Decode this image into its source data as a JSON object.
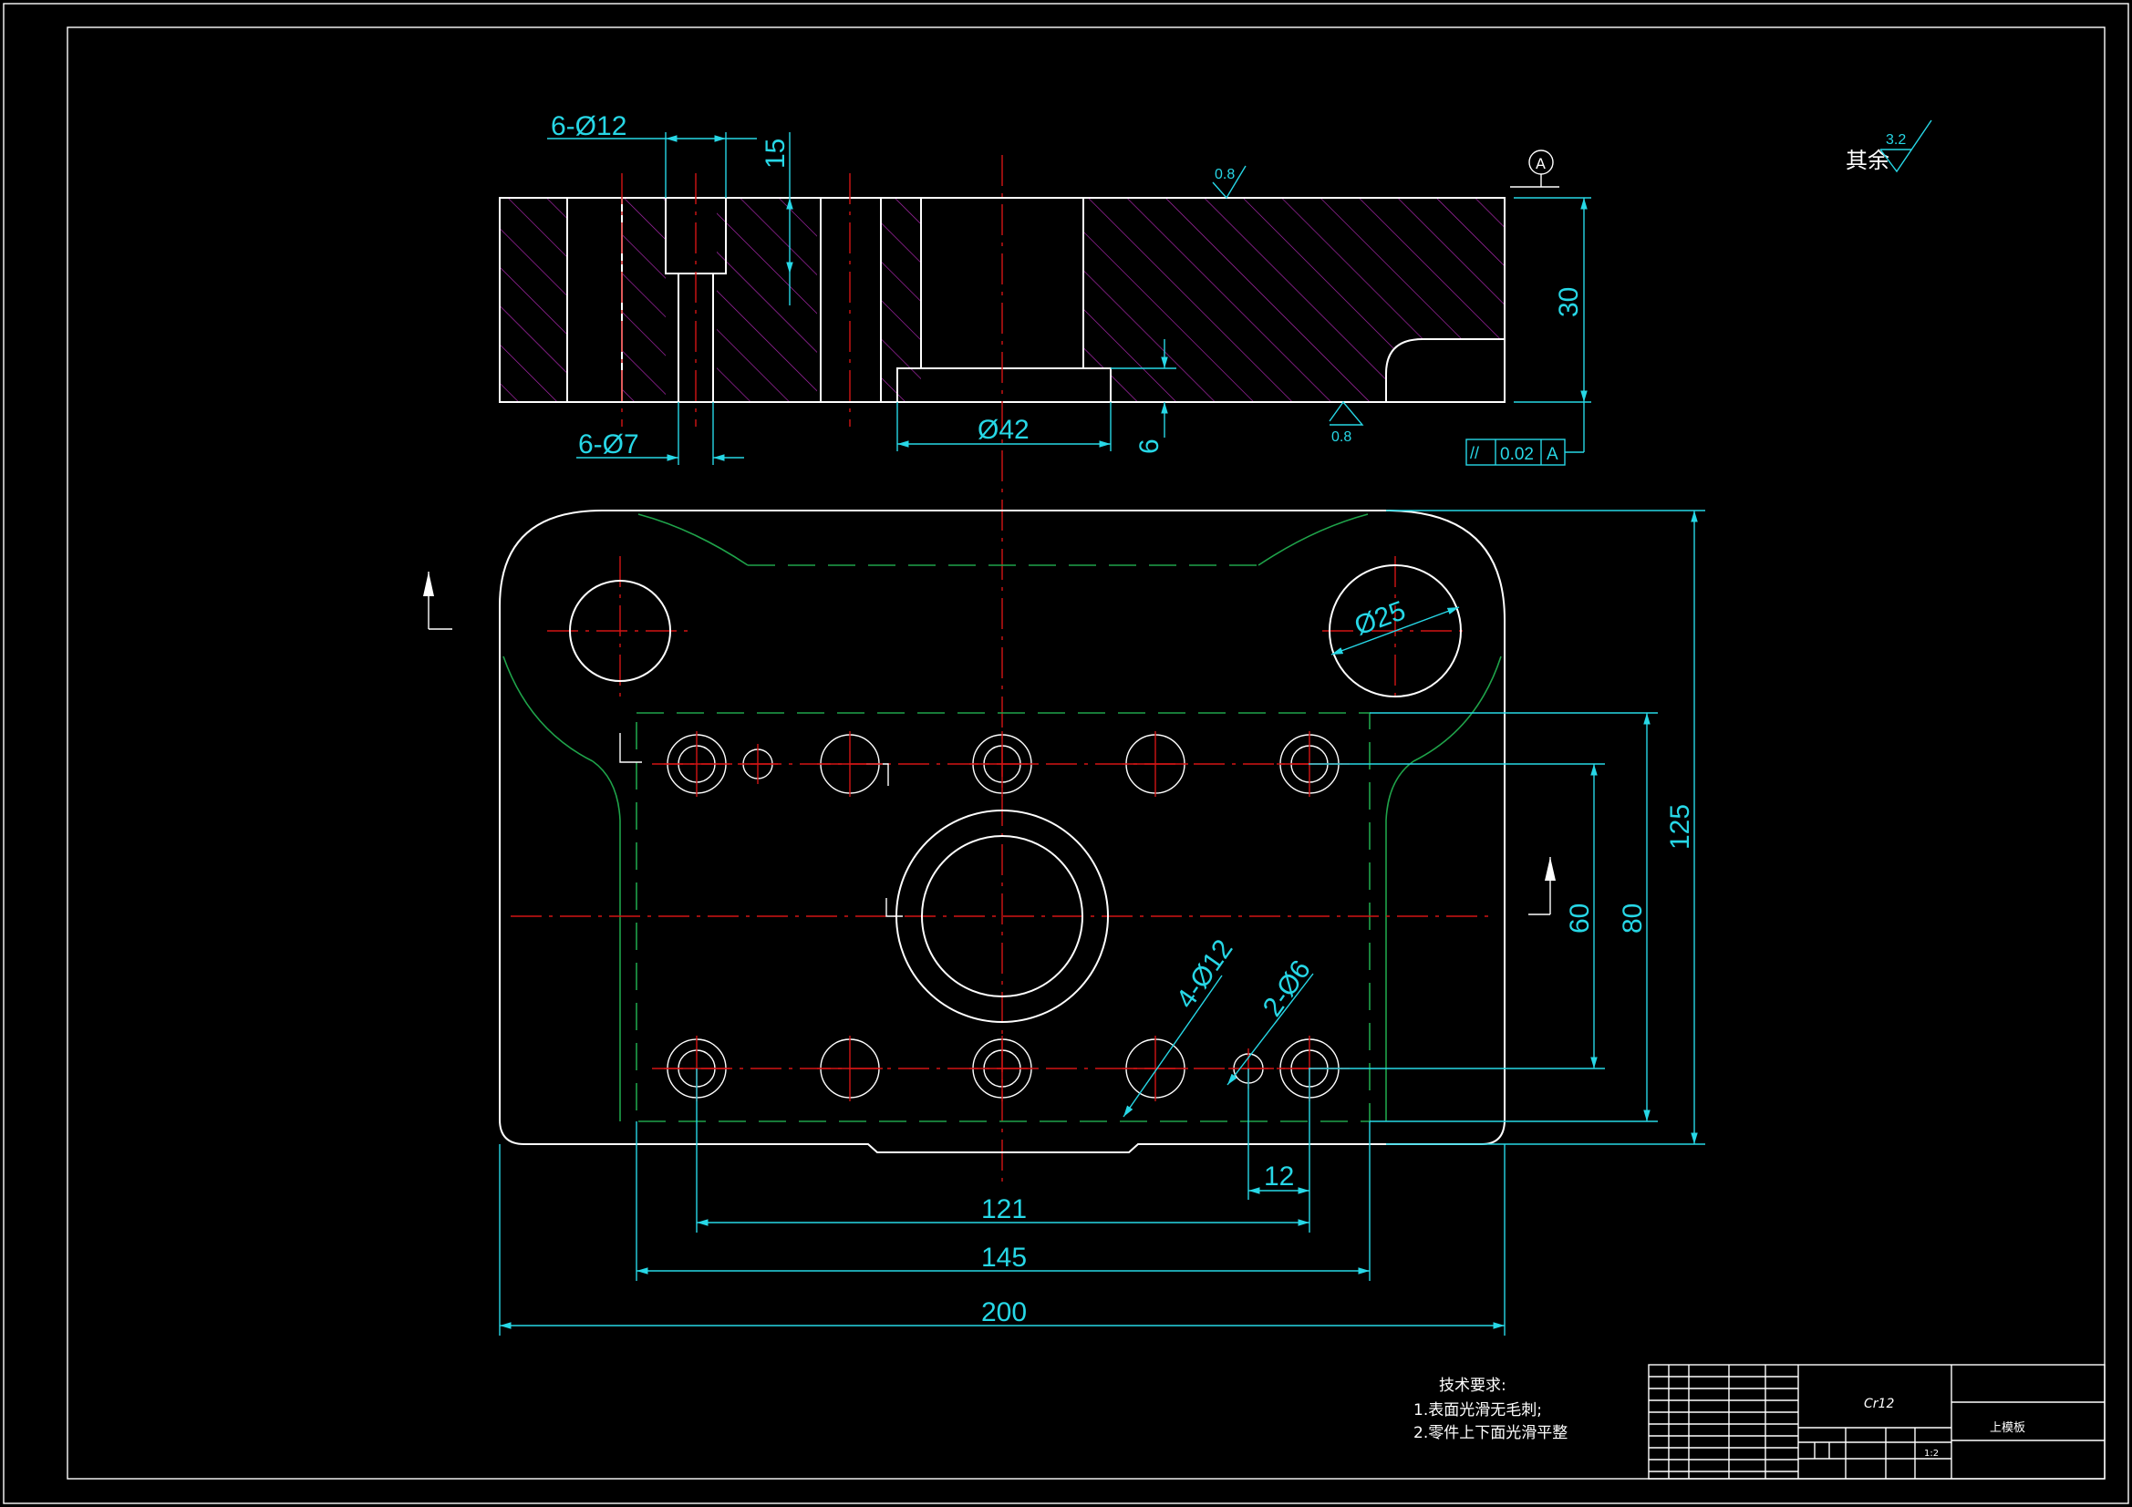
{
  "dimensions": {
    "top_hole_counterbore": "6-Ø12",
    "counterbore_depth": "15",
    "through_hole": "6-Ø7",
    "center_bore": "Ø42",
    "step_depth": "6",
    "thickness": "30",
    "guide_hole": "Ø25",
    "hole_group_4": "4-Ø12",
    "hole_group_2": "2-Ø6",
    "height_60": "60",
    "height_80": "80",
    "height_125": "125",
    "spacing_12": "12",
    "width_121": "121",
    "width_145": "145",
    "width_200": "200"
  },
  "surface_finish": {
    "top_value": "0.8",
    "bottom_value": "0.8",
    "general_label": "其余",
    "general_value": "3.2"
  },
  "tolerance": {
    "symbol": "//",
    "value": "0.02",
    "datum": "A",
    "datum_marker": "A"
  },
  "technical_requirements": {
    "title": "技术要求:",
    "items": [
      "1.表面光滑无毛刺;",
      "2.零件上下面光滑平整"
    ]
  },
  "title_block": {
    "material": "Cr12",
    "part_name": "上模板",
    "scale": "1:2"
  },
  "colors": {
    "background": "#000000",
    "outline": "#ffffff",
    "dimension": "#27d7e6",
    "centerline": "#d21414",
    "hidden": "#1fa34a",
    "hatch": "#b52bb8"
  }
}
